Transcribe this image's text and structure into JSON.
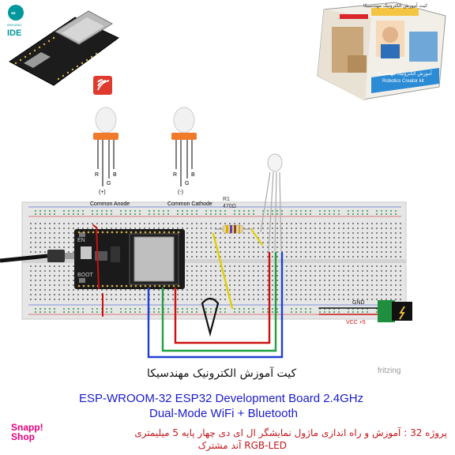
{
  "logos": {
    "arduino_ide_text": "IDE",
    "arduino_small_text": "ARDUINO",
    "snapp_shop": [
      "Snapp!",
      "Shop"
    ]
  },
  "product_box": {
    "top_text": "کیت آموزش الکترونیک مهندسیکا",
    "side_text": "Robotics Creator kit",
    "footer_text": "آموزش الکترونیک مهندسیکا"
  },
  "rgb_leds": [
    {
      "pins": [
        "R",
        "G",
        "B"
      ],
      "polarity": "(+)",
      "label": "Common Anode"
    },
    {
      "pins": [
        "R",
        "G",
        "B"
      ],
      "polarity": "(-)",
      "label": "Common Cathode"
    }
  ],
  "resistor": {
    "name": "R1",
    "value": "470Ω"
  },
  "power": {
    "gnd": "GND",
    "vcc": "VCC +5"
  },
  "board_labels": {
    "en": "EN",
    "boot": "BOOT"
  },
  "fritzing": "fritzing",
  "footer": {
    "title_fa": "کیت آموزش الکترونیک مهندسیکا",
    "line1": "ESP-WROOM-32 ESP32  Development Board 2.4GHz",
    "line2": "Dual-Mode WiFi + Bluetooth",
    "project_fa_1": "پروژه 32 : آموزش و راه اندازی ماژول نمایشگر ال ای دی چهار پایه 5 میلیمتری",
    "project_fa_2": "RGB-LED آند مشترک"
  },
  "colors": {
    "wire_red": "#cc1010",
    "wire_blue": "#2040d0",
    "wire_green": "#20a040",
    "wire_yellow": "#e0d000",
    "wire_black": "#111111",
    "board_dark": "#1a1a1a",
    "breadboard": "#e6e6e6",
    "led_orange": "#f07a2a",
    "power_green": "#1f8f3f",
    "title_blue": "#1b1bcc",
    "project_red": "#c4161c",
    "espressif_red": "#e03a2f"
  }
}
